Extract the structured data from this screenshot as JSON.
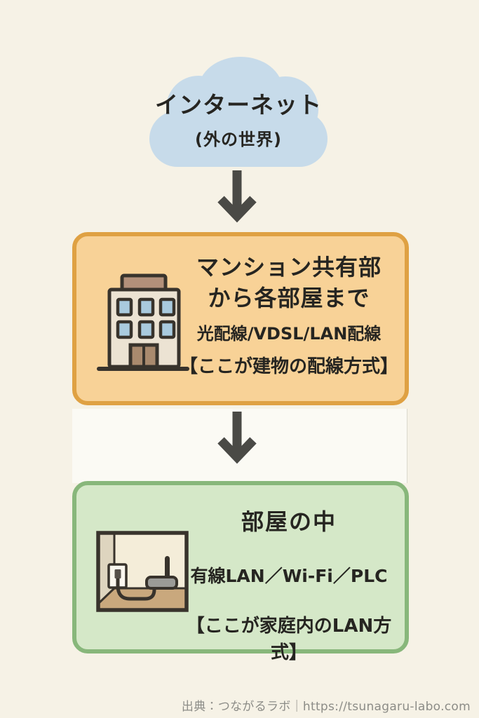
{
  "palette": {
    "page_bg": "#f6f2e6",
    "band_bg": "#fbfaf4",
    "cloud_fill": "#c7dbea",
    "arrow_color": "#4a4a46",
    "ink": "#262521",
    "building_card_fill": "#f8d297",
    "building_card_border": "#dfa143",
    "room_card_fill": "#d5e8c8",
    "room_card_border": "#88b77b",
    "credit_color": "#8c8c87"
  },
  "cloud": {
    "title": "インターネット",
    "subtitle": "(外の世界)",
    "icon": "cloud-icon"
  },
  "building_card": {
    "title_line1": "マンション共有部",
    "title_line2": "から各部屋まで",
    "methods": "光配線/VDSL/LAN配線",
    "note": "【ここが建物の配線方式】",
    "icon": "apartment-building-icon"
  },
  "room_card": {
    "title": "部屋の中",
    "methods": "有線LAN／Wi-Fi／PLC",
    "note": "【ここが家庭内のLAN方式】",
    "icon": "room-outlet-router-icon"
  },
  "arrows": {
    "icon": "arrow-down-icon",
    "count": 2
  },
  "footer": {
    "credit": "出典：つながるラボ｜https://tsunagaru-labo.com"
  }
}
